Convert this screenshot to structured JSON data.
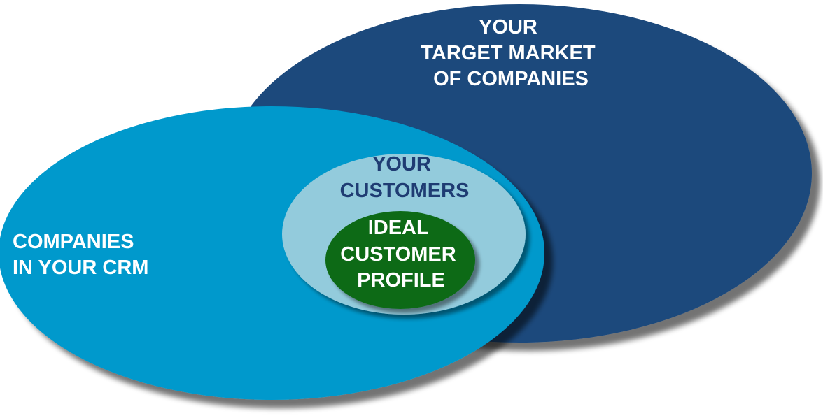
{
  "diagram": {
    "target_market": {
      "lines": [
        "YOUR",
        "TARGET MARKET",
        "OF COMPANIES"
      ],
      "fill": "#1f4a7c",
      "text_color": "#ffffff"
    },
    "crm": {
      "lines": [
        "COMPANIES",
        "IN YOUR CRM"
      ],
      "fill": "#0099cc",
      "text_color": "#ffffff"
    },
    "customers": {
      "lines": [
        "YOUR",
        "CUSTOMERS"
      ],
      "fill": "#93cbdc",
      "text_color": "#1f3c73"
    },
    "icp": {
      "lines": [
        "IDEAL",
        "CUSTOMER",
        "PROFILE"
      ],
      "fill": "#0b6b16",
      "text_color": "#ffffff"
    }
  }
}
